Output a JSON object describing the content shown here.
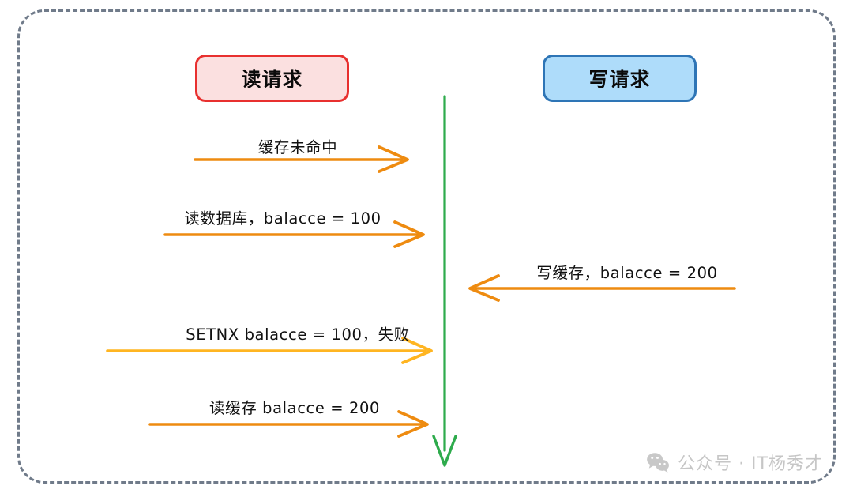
{
  "diagram": {
    "title": "Cache read/write race condition sequence diagram",
    "frame": {
      "border_color": "#707b8a",
      "style": "dashed-rounded"
    },
    "actors": [
      {
        "id": "read-request",
        "label": "读请求",
        "fill": "#fbe0e0",
        "border": "#e8302f"
      },
      {
        "id": "write-request",
        "label": "写请求",
        "fill": "#aedcfa",
        "border": "#2e75b6"
      }
    ],
    "timeline": {
      "name": "time-axis",
      "color": "#2eab4c",
      "direction": "downward"
    },
    "messages": [
      {
        "id": "cache-miss",
        "label": "缓存未命中",
        "direction": "right",
        "color": "#ee8b10",
        "from": "read-request",
        "to": "timeline"
      },
      {
        "id": "read-db",
        "label": "读数据库，balacce = 100",
        "direction": "right",
        "color": "#ee8b10",
        "from": "read-request",
        "to": "timeline"
      },
      {
        "id": "write-cache",
        "label": "写缓存，balacce = 200",
        "direction": "left",
        "color": "#ee8b10",
        "from": "write-request",
        "to": "timeline"
      },
      {
        "id": "setnx-fail",
        "label": "SETNX balacce = 100，失败",
        "direction": "right",
        "color": "#ffb521",
        "from": "read-request",
        "to": "timeline"
      },
      {
        "id": "read-cache",
        "label": "读缓存 balacce = 200",
        "direction": "right",
        "color": "#ee8b10",
        "from": "read-request",
        "to": "timeline"
      }
    ],
    "watermark": {
      "icon": "wechat-icon",
      "text": "公众号 · IT杨秀才",
      "color": "#c6c6c6"
    }
  }
}
